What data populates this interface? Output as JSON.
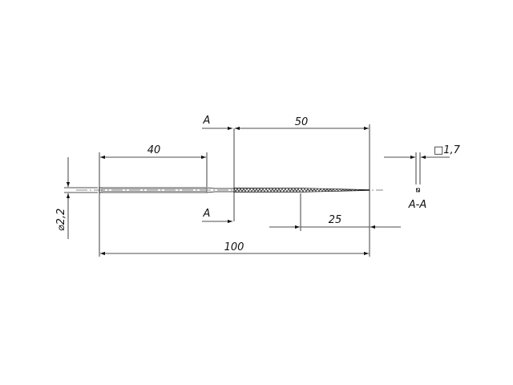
{
  "drawing": {
    "dimensions": {
      "overall_length": "100",
      "handle_length": "40",
      "cut_length": "50",
      "taper_length": "25",
      "shank_diameter": "⌀2,2",
      "section_size": "□1,7"
    },
    "section": {
      "marker_top": "A",
      "marker_bottom": "A",
      "view_label": "A-A"
    },
    "colors": {
      "line": "#111111",
      "background": "#ffffff"
    }
  }
}
